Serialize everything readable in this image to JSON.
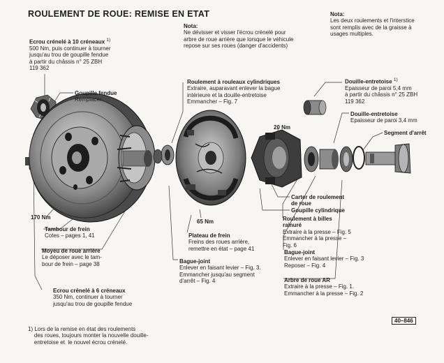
{
  "title": "ROULEMENT DE ROUE: REMISE EN ETAT",
  "nota_top": {
    "heading": "Nota:",
    "text": "Ne dévisser et visser l'écrou crénelé pour\narbre de roue arrière que lorsque le véhicule\nrepose sur ses roues (danger d'accidents)"
  },
  "nota_right": {
    "heading": "Nota:",
    "text": "Les deux roulements et l'interstice\nsont remplis avec de la graisse à\nusages multiples."
  },
  "callouts": {
    "ecrou_10": {
      "heading": "Ecrou crénelé à 10 créneaux",
      "sup": "1)",
      "text": "500 Nm, puis continuer à tourner\njusqu'au trou de goupille fendue\nà partir du châssis n° 25 ZBH\n119 362"
    },
    "goupille": {
      "heading": "Goupille fendue",
      "text": "Remplacer"
    },
    "roulement_cyl": {
      "heading": "Roulement à rouleaux cylindriques",
      "text": "Extraire, auparavant enlever la bague\nintérieure et la douille-entretoise\nEmmancher – Fig. 7"
    },
    "douille_1": {
      "heading": "Douille-entretoise",
      "sup": "1)",
      "text": "Epaisseur de paroi 5,4 mm\nà partir du châssis n° 25 ZBH\n119 362"
    },
    "douille_2": {
      "heading": "Douille-entretoise",
      "text": "Epaisseur de paroi 3,4 mm"
    },
    "segment": {
      "heading": "Segment d'arrêt"
    },
    "nm20": {
      "heading": "20 Nm"
    },
    "nm170": {
      "heading": "170 Nm"
    },
    "nm65": {
      "heading": "65 Nm"
    },
    "tambour": {
      "heading": "Tambour de frein",
      "text": "Cotes – pages 1, 41"
    },
    "moyeu": {
      "heading": "Moyeu de roue arrière",
      "text": "Le déposer avec le tam-\nbour de frein – page 38"
    },
    "ecrou_6": {
      "heading": "Ecrou crénelé à 6 créneaux",
      "text": "350 Nm, continuer à tourner\njusqu'au trou de goupille fendue"
    },
    "plateau": {
      "heading": "Plateau de frein",
      "text": "Freins des roues arrière,\nremettre en état – page 41"
    },
    "bague_joint_1": {
      "heading": "Bague-joint",
      "text": "Enlever en faisant levier – Fig. 3.\nEmmancher jusqu'au segment\nd'arrêt – Fig. 4"
    },
    "carter": {
      "heading": "Carter de roulement\nde roue"
    },
    "goupille_cyl": {
      "heading": "Goupille cylindrique"
    },
    "roulement_billes": {
      "heading": "Roulement à billes\nrainuré",
      "text": "Extraire à la presse – Fig. 5\nEmmancher à la presse –\nFig. 6"
    },
    "bague_joint_2": {
      "heading": "Bague-joint",
      "text": "Enlever en faisant levier – Fig. 3\nReposer – Fig. 4"
    },
    "arbre": {
      "heading": "Arbre de roue AR",
      "text": "Extraire à la presse – Fig. 1.\nEmmancher à la presse – Fig. 2"
    }
  },
  "footnote": "1) Lors de la remise en état des roulements\n    des roues, toujours monter la nouvelle douille-\n    entretoise et  le nouvel écrou crénelé.",
  "page_ref": "40–846"
}
